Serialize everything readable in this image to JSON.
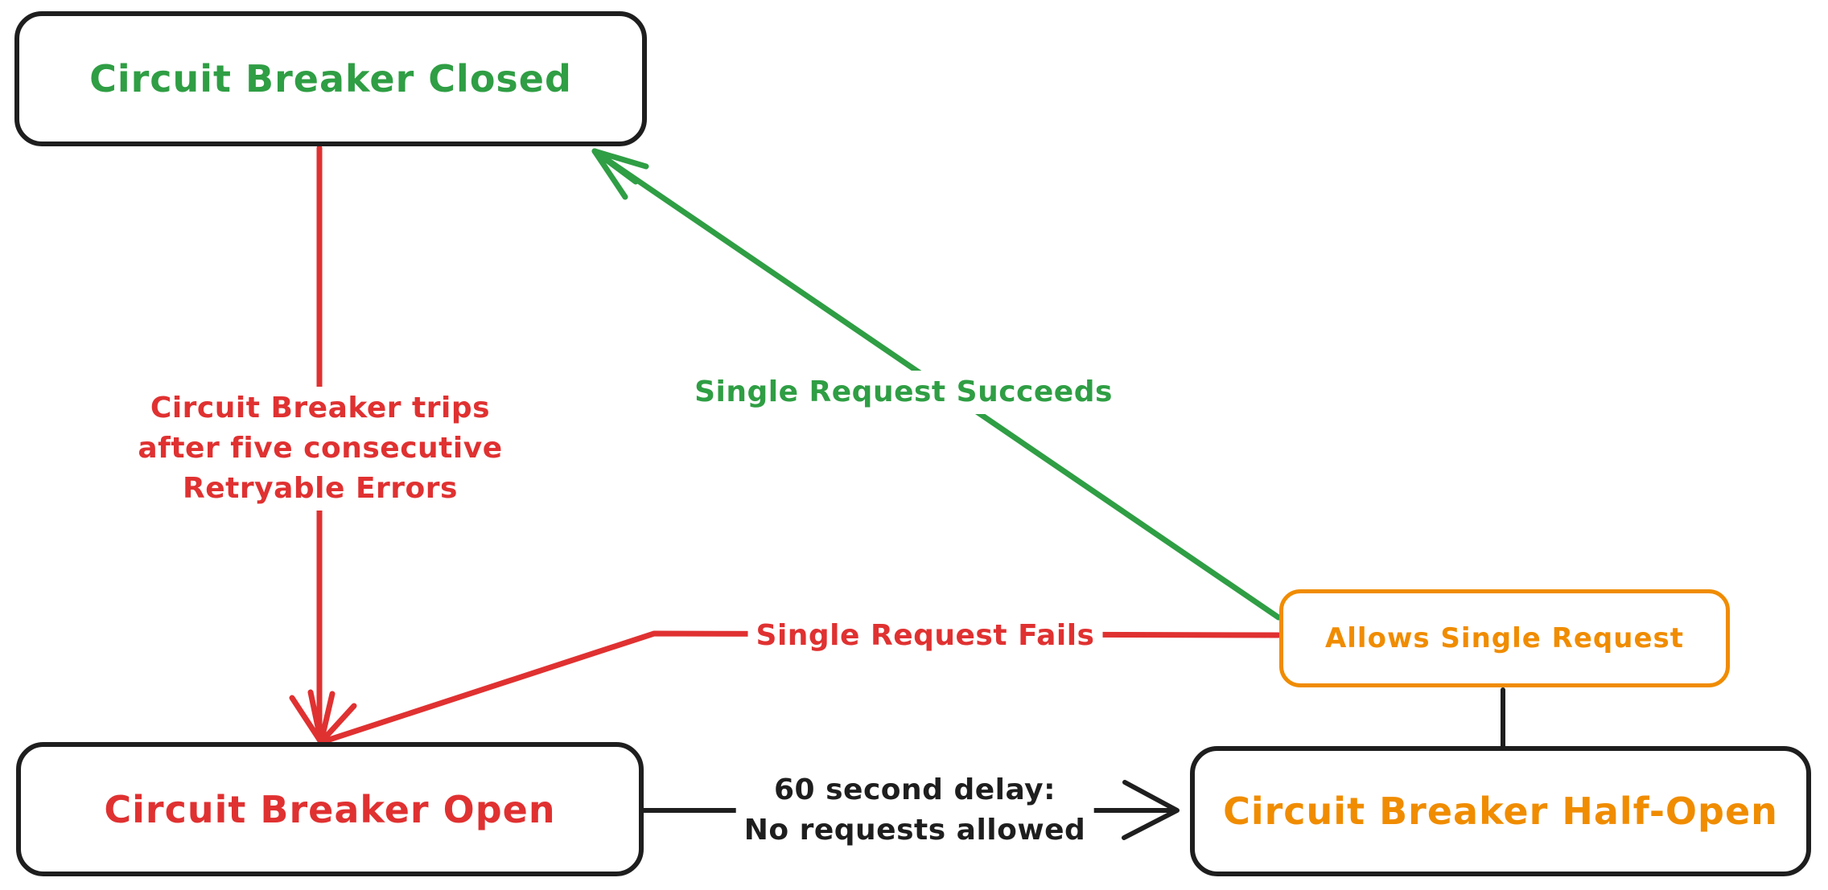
{
  "colors": {
    "green": "#2f9e44",
    "red": "#e03131",
    "orange": "#f08c00",
    "ink": "#1e1e1e"
  },
  "nodes": {
    "closed": {
      "label": "Circuit Breaker Closed"
    },
    "open": {
      "label": "Circuit Breaker Open"
    },
    "half_open": {
      "label": "Circuit Breaker Half-Open"
    },
    "allows_single_request": {
      "label": "Allows Single Request"
    }
  },
  "edges": {
    "trips": {
      "lines": [
        "Circuit Breaker trips",
        "after five consecutive",
        "Retryable Errors"
      ]
    },
    "succeeds": {
      "label": "Single Request Succeeds"
    },
    "fails": {
      "label": "Single Request Fails"
    },
    "delay": {
      "lines": [
        "60 second delay:",
        "No requests allowed"
      ]
    }
  }
}
